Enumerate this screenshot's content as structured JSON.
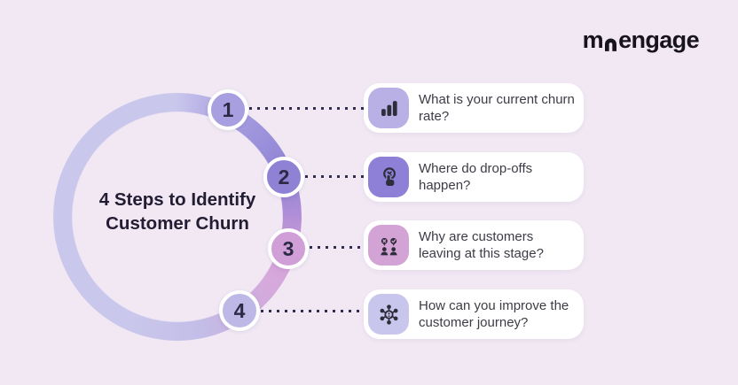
{
  "page": {
    "background_color": "#f1e8f4"
  },
  "logo": {
    "text": "moengage",
    "part_before_mark": "m",
    "part_after_mark": "engage",
    "color": "#18141f"
  },
  "diagram": {
    "title_line1": "4 Steps to Identify",
    "title_line2": "Customer Churn",
    "ring_colors": [
      "#c9c6ec",
      "#a89fe0",
      "#8f82d5",
      "#d29fd8",
      "#cbaede",
      "#cac7ec"
    ],
    "connector_dot_color": "#302d52"
  },
  "steps": [
    {
      "number": "1",
      "text": "What is your current churn rate?",
      "icon": "bar-chart-icon",
      "badge_color": "#a89fe0",
      "icon_bg_color": "#b9b1e6"
    },
    {
      "number": "2",
      "text": "Where do drop-offs happen?",
      "icon": "tap-dropoff-icon",
      "badge_color": "#8f82d5",
      "icon_bg_color": "#8d80d6"
    },
    {
      "number": "3",
      "text": "Why are customers leaving at this stage?",
      "icon": "customer-feedback-icon",
      "badge_color": "#d09fd7",
      "icon_bg_color": "#d4a3d6"
    },
    {
      "number": "4",
      "text": "How can you improve the customer journey?",
      "icon": "journey-network-icon",
      "badge_color": "#bdb8e6",
      "icon_bg_color": "#c9c6ee"
    }
  ]
}
